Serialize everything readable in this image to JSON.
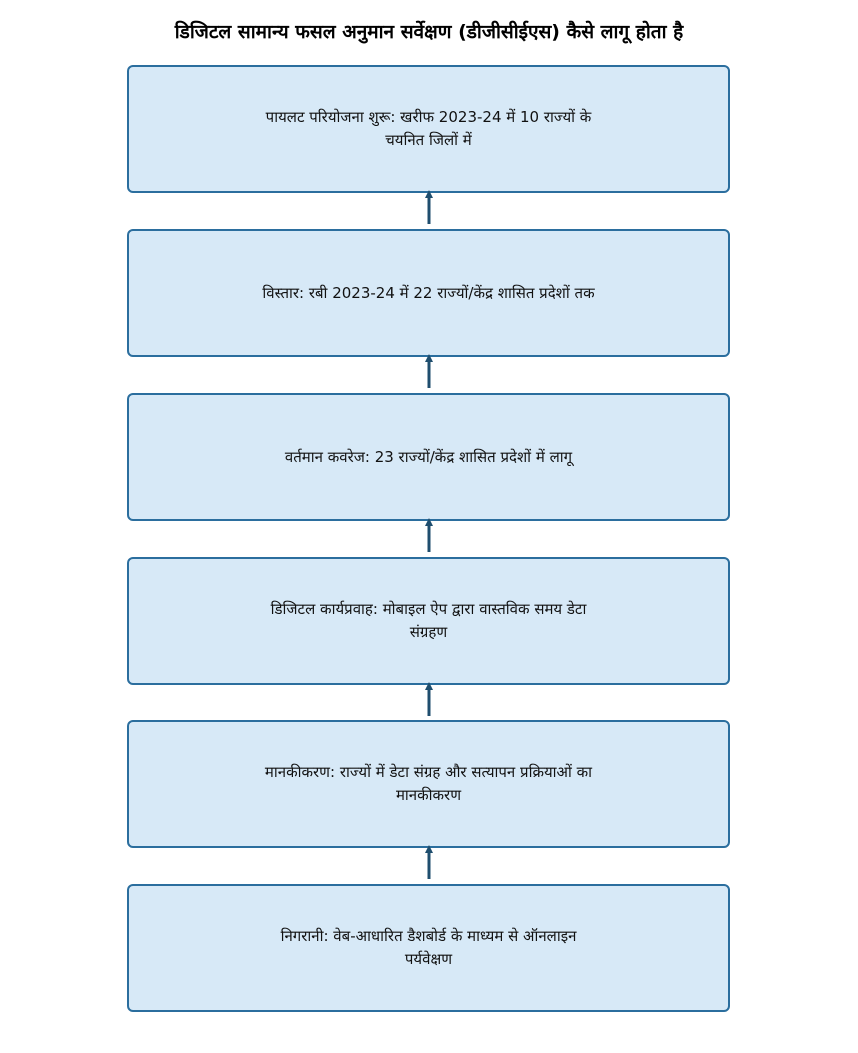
{
  "title": "डिजिटल सामान्य फसल अनुमान सर्वेक्षण (डीजीसीईएस) कैसे लागू होता है",
  "steps": [
    {
      "text": "पायलट परियोजना शुरू: खरीफ 2023-24 में 10 राज्यों के चयनित जिलों में"
    },
    {
      "text": "विस्तार: रबी 2023-24 में 22 राज्यों/केंद्र शासित प्रदेशों तक"
    },
    {
      "text": "वर्तमान कवरेज: 23 राज्यों/केंद्र शासित प्रदेशों में लागू"
    },
    {
      "text": "डिजिटल कार्यप्रवाह: मोबाइल ऐप द्वारा वास्तविक समय डेटा संग्रहण"
    },
    {
      "text": "मानकीकरण: राज्यों में डेटा संग्रह और सत्यापन प्रक्रियाओं का मानकीकरण"
    },
    {
      "text": "निगरानी: वेब-आधारित डैशबोर्ड के माध्यम से ऑनलाइन पर्यवेक्षण"
    }
  ],
  "colors": {
    "box_fill": "#d7e9f7",
    "box_border": "#2b6e9e",
    "arrow": "#1f4e6e"
  },
  "arrow_direction": "up"
}
